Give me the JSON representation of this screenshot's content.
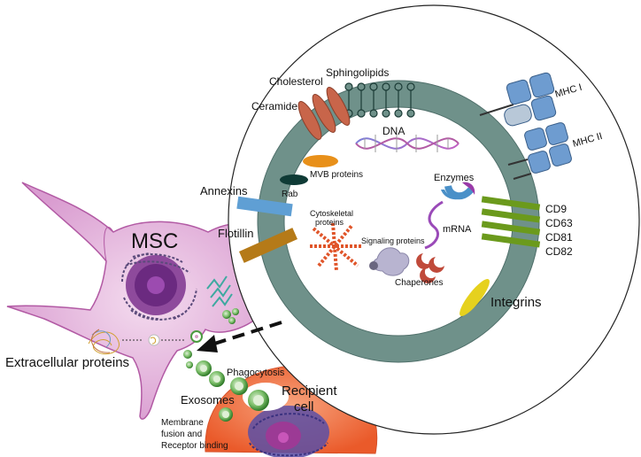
{
  "labels": {
    "msc": "MSC",
    "extracellular_proteins": "Extracellular proteins",
    "exosomes": "Exosomes",
    "phagocytosis": "Phagocytosis",
    "recipient_cell_line1": "Recipient",
    "recipient_cell_line2": "cell",
    "membrane_fusion_line1": "Membrane",
    "membrane_fusion_line2": "fusion and",
    "membrane_fusion_line3": "Receptor binding",
    "cholesterol": "Cholesterol",
    "sphingolipids": "Sphingolipids",
    "ceramide": "Ceramide",
    "dna": "DNA",
    "mvb_proteins": "MVB proteins",
    "rab": "Rab",
    "annexins": "Annexins",
    "flotillin": "Flotillin",
    "cytoskeletal_line1": "Cytoskeletal",
    "cytoskeletal_line2": "proteins",
    "signaling_proteins": "Signaling proteins",
    "chaperones": "Chaperones",
    "enzymes": "Enzymes",
    "mrna": "mRNA",
    "mhc1": "MHC I",
    "mhc2": "MHC II",
    "cd9": "CD9",
    "cd63": "CD63",
    "cd81": "CD81",
    "cd82": "CD82",
    "integrins": "Integrins"
  },
  "colors": {
    "msc_cell": "#e6b3dc",
    "msc_outline": "#b25aa4",
    "nucleus": "#7d2a86",
    "membrane": "#6f918a",
    "recipient_cell": "#f06b3c",
    "exosome": "#4c9a40",
    "annexin": "#5f9fd4",
    "flotillin": "#b57a18",
    "tetraspanin": "#6b9a1c",
    "integrin": "#e6d11e",
    "ceramide": "#c8654a",
    "mhc": "#6e9cd0",
    "mvb": "#e8901a",
    "rab": "#0f3b36"
  }
}
